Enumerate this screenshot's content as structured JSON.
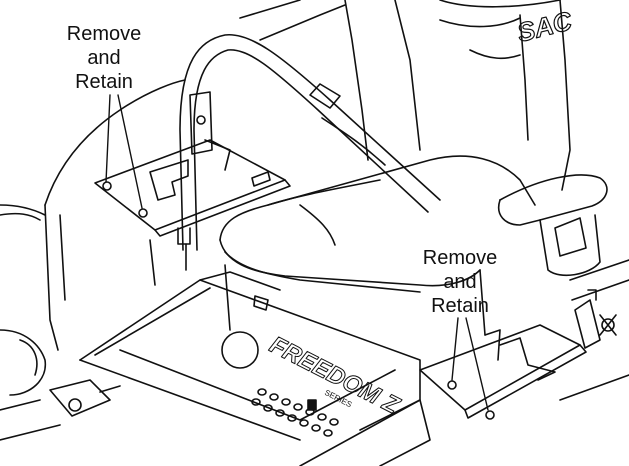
{
  "callouts": [
    {
      "lines": [
        "Remove",
        "and",
        "Retain"
      ]
    },
    {
      "lines": [
        "Remove",
        "and",
        "Retain"
      ]
    }
  ],
  "logos": {
    "seat_brand": "SAC",
    "deck_decal": "FREEDOM Z",
    "deck_decal_small": "SERIES"
  },
  "colors": {
    "ink": "#111111",
    "paper": "#ffffff"
  }
}
